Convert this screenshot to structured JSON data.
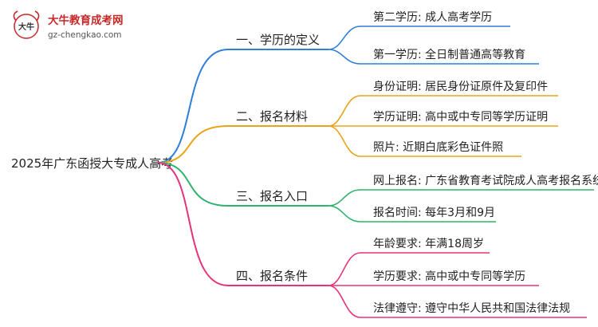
{
  "watermark": {
    "site_name": "大牛教育成考网",
    "site_url": "gz-chengkao.com",
    "logo_glyph": "大牛",
    "logo_icon": "ox-logo-icon"
  },
  "root": {
    "label": "2025年广东函授大专成人高考"
  },
  "colors": {
    "branch1": "#2f7ed8",
    "branch2": "#e8a319",
    "branch3": "#2db36b",
    "branch4": "#e5337b",
    "brand": "#c62828"
  },
  "branches": [
    {
      "label": "一、学历的定义",
      "leaves": [
        "第二学历: 成人高考学历",
        "第一学历: 全日制普通高等教育"
      ]
    },
    {
      "label": "二、报名材料",
      "leaves": [
        "身份证明: 居民身份证原件及复印件",
        "学历证明: 高中或中专同等学历证明",
        "照片: 近期白底彩色证件照"
      ]
    },
    {
      "label": "三、报名入口",
      "leaves": [
        "网上报名: 广东省教育考试院成人高考报名系统",
        "报名时间: 每年3月和9月"
      ]
    },
    {
      "label": "四、报名条件",
      "leaves": [
        "年龄要求: 年满18周岁",
        "学历要求: 高中或中专同等学历",
        "法律遵守: 遵守中华人民共和国法律法规"
      ]
    }
  ]
}
